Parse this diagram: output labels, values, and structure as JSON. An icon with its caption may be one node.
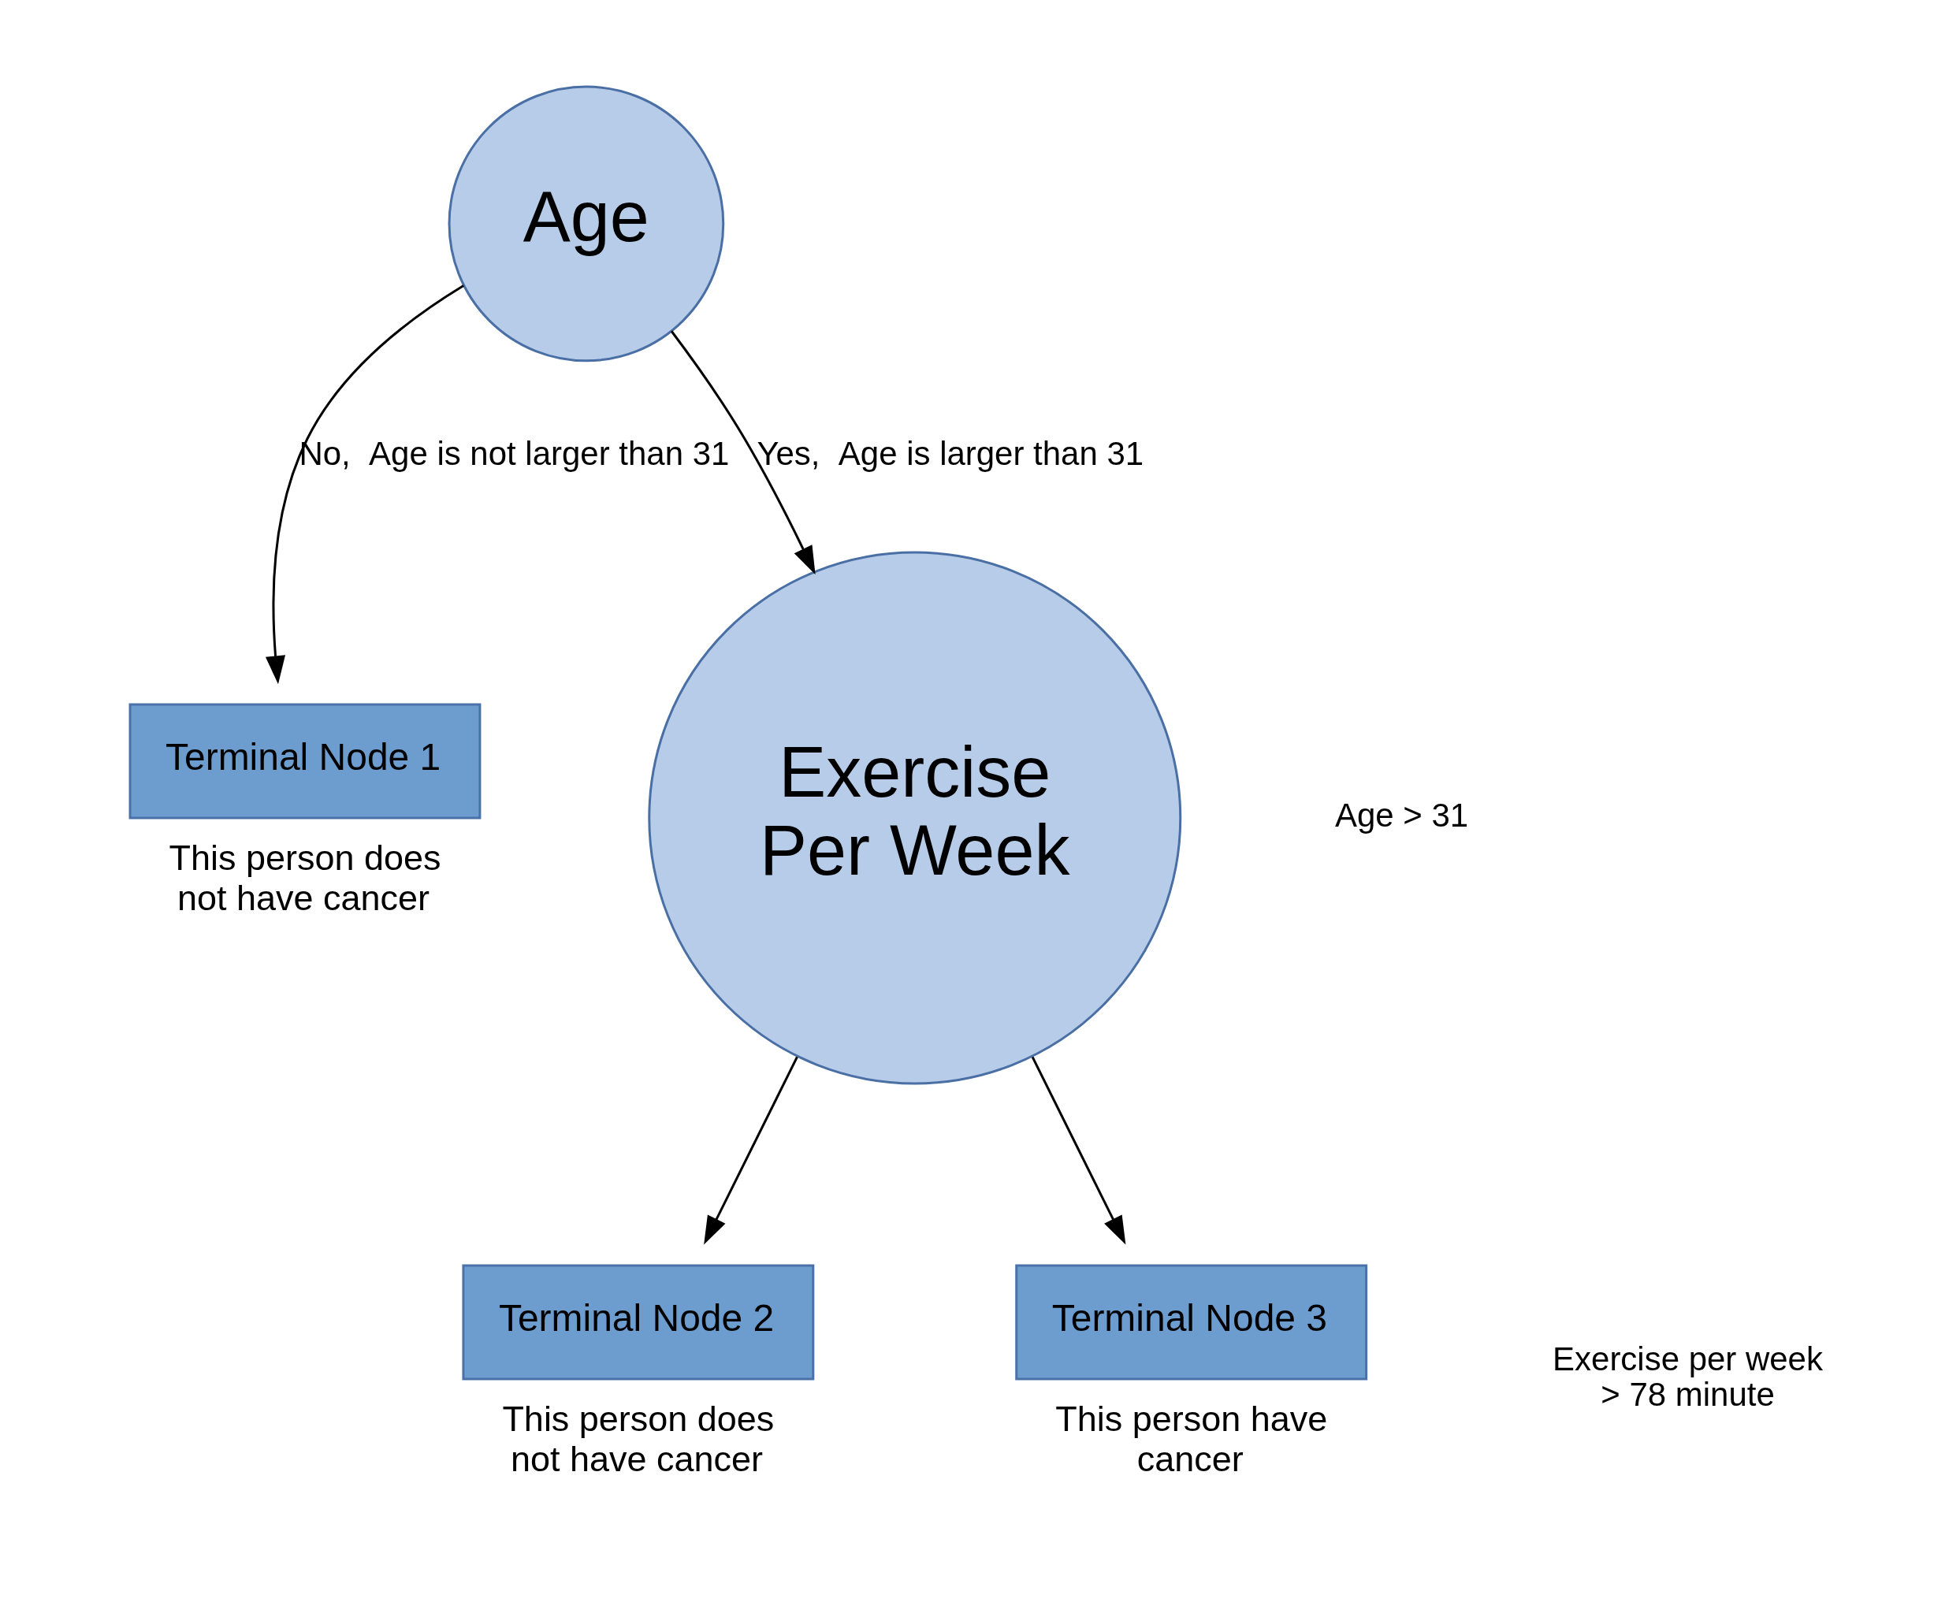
{
  "diagram": {
    "nodes": [
      {
        "text": [
          "Age"
        ]
      },
      {
        "text": [
          "Terminal Node 1"
        ],
        "beside": [
          "This person does not have cancer"
        ]
      },
      {
        "text": [
          "Exercise Per Week"
        ]
      },
      {
        "text": [
          "Terminal Node 2"
        ],
        "beside": [
          "This person does not have cancer"
        ]
      },
      {
        "text": [
          "Terminal Node 3"
        ],
        "beside": [
          "This person have cancer"
        ]
      }
    ],
    "edges": [
      {
        "from": 0,
        "to": 1,
        "arrow": "to",
        "label": "No,  Age is not larger than 31"
      },
      {
        "from": 0,
        "to": 2,
        "arrow": "to",
        "label": "Yes,  Age is larger than 31"
      },
      {
        "from": 2,
        "to": 3,
        "arrow": "to"
      },
      {
        "from": 2,
        "to": 4,
        "arrow": "to"
      }
    ],
    "labels": [
      "Age > 31",
      "Exercise per week > 78 minute"
    ]
  }
}
